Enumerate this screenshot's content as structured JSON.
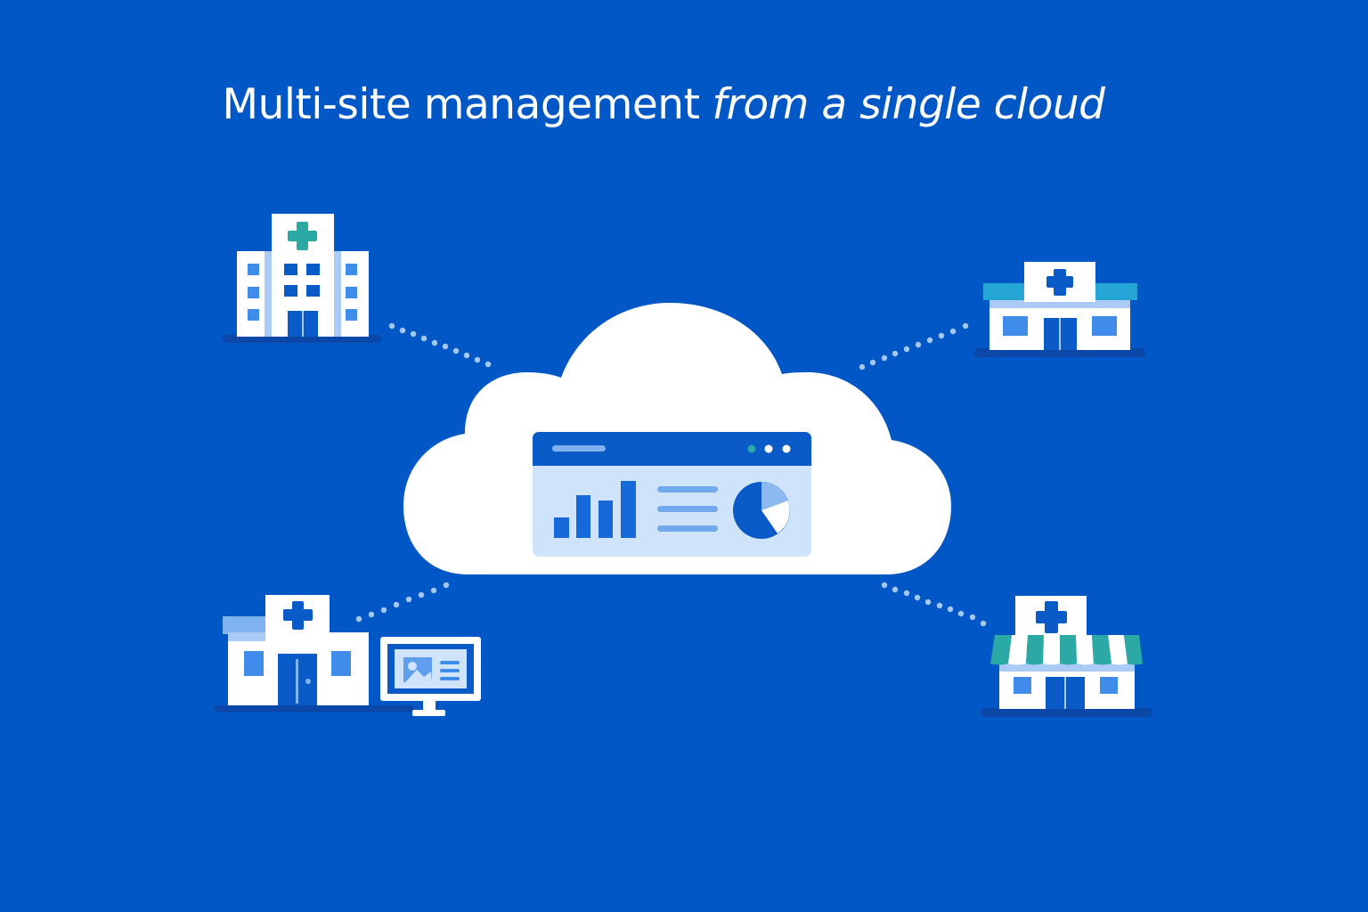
{
  "title": {
    "main": "Multi-site management",
    "emphasis": "from a single cloud"
  },
  "colors": {
    "background": "#0057C5",
    "white": "#FFFFFF",
    "primary_blue": "#0A5BC7",
    "mid_blue": "#3F8CEB",
    "light_blue": "#A9CBF5",
    "pale_blue": "#CFE3FB",
    "teal": "#2AA9A5",
    "dot": "#A6C8F5",
    "shadow": "#0A47A8"
  },
  "cloud": {
    "icon": "cloud-icon",
    "dashboard": {
      "icon": "dashboard-window-icon",
      "header_dots": [
        "teal",
        "white",
        "white"
      ],
      "bar_chart_icon": "bar-chart-icon",
      "list_icon": "list-lines-icon",
      "pie_chart_icon": "pie-chart-icon"
    }
  },
  "sites": [
    {
      "id": "hospital",
      "icon": "hospital-building-icon",
      "position": "top-left"
    },
    {
      "id": "clinic",
      "icon": "clinic-building-icon",
      "position": "top-right"
    },
    {
      "id": "clinic-with-monitor",
      "icon": "clinic-with-monitor-icon",
      "position": "bottom-left"
    },
    {
      "id": "pharmacy",
      "icon": "pharmacy-storefront-icon",
      "position": "bottom-right"
    }
  ],
  "connectors": [
    {
      "from": "hospital",
      "to": "cloud",
      "style": "dotted"
    },
    {
      "from": "clinic",
      "to": "cloud",
      "style": "dotted"
    },
    {
      "from": "clinic-with-monitor",
      "to": "cloud",
      "style": "dotted"
    },
    {
      "from": "pharmacy",
      "to": "cloud",
      "style": "dotted"
    }
  ]
}
